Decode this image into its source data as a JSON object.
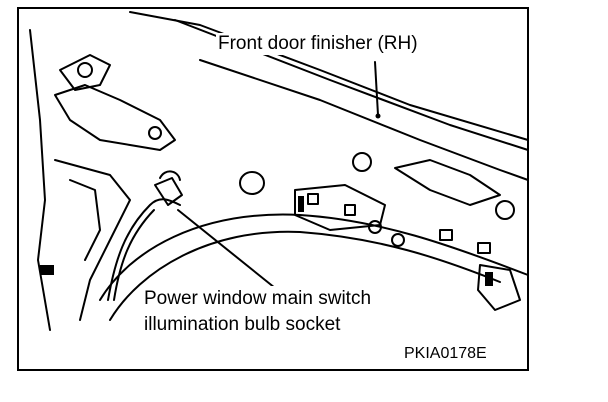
{
  "labels": {
    "finisher": "Front door finisher (RH)",
    "switch_line1": "Power window main switch",
    "switch_line2": "illumination bulb socket",
    "code": "PKIA0178E"
  }
}
